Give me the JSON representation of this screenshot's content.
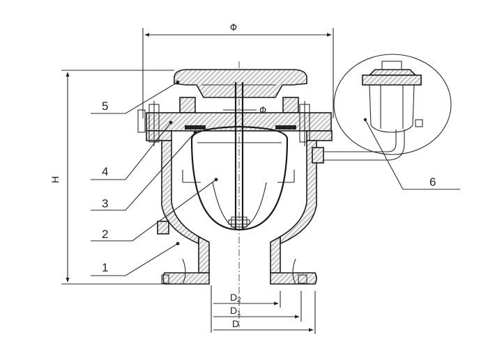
{
  "diagram": {
    "overall_width_symbol": "Φ",
    "height_symbol": "H",
    "small_dim_symbol": "Φ",
    "diameters": [
      {
        "main": "D",
        "sub": "2"
      },
      {
        "main": "D",
        "sub": "1"
      },
      {
        "main": "D",
        "sub": ""
      }
    ],
    "callouts": [
      "1",
      "2",
      "3",
      "4",
      "5",
      "6"
    ]
  }
}
